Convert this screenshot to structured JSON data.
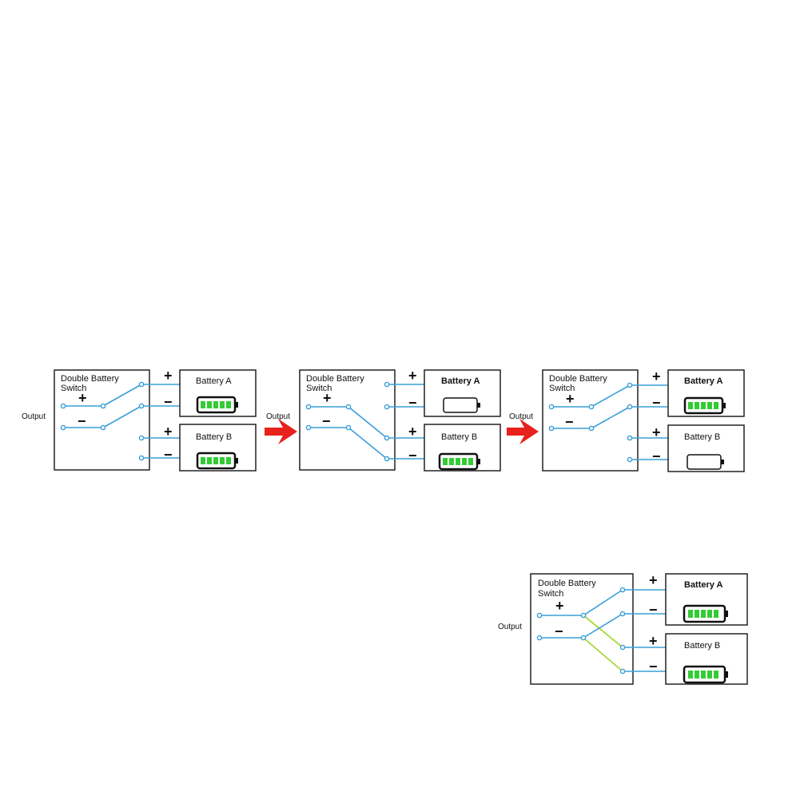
{
  "labels": {
    "switch_line1": "Double  Battery",
    "switch_line2": "Switch",
    "output": "Output",
    "plus": "+",
    "minus": "−",
    "battery_a": "Battery A",
    "battery_b": "Battery B"
  },
  "colors": {
    "wire": "#3a9fd8",
    "cross_wire": "#a8d83a",
    "arrow": "#e8211c",
    "battery_fill": "#33cc33",
    "outline": "#222222"
  },
  "panels": [
    {
      "id": "panel-1",
      "switch_state": "A",
      "battery_a_charge": 1.0,
      "battery_b_charge": 1.0
    },
    {
      "id": "panel-2",
      "switch_state": "B",
      "battery_a_charge": 0.0,
      "battery_b_charge": 1.0
    },
    {
      "id": "panel-3",
      "switch_state": "A",
      "battery_a_charge": 1.0,
      "battery_b_charge": 0.0
    },
    {
      "id": "panel-4",
      "switch_state": "both",
      "battery_a_charge": 1.0,
      "battery_b_charge": 1.0
    }
  ]
}
